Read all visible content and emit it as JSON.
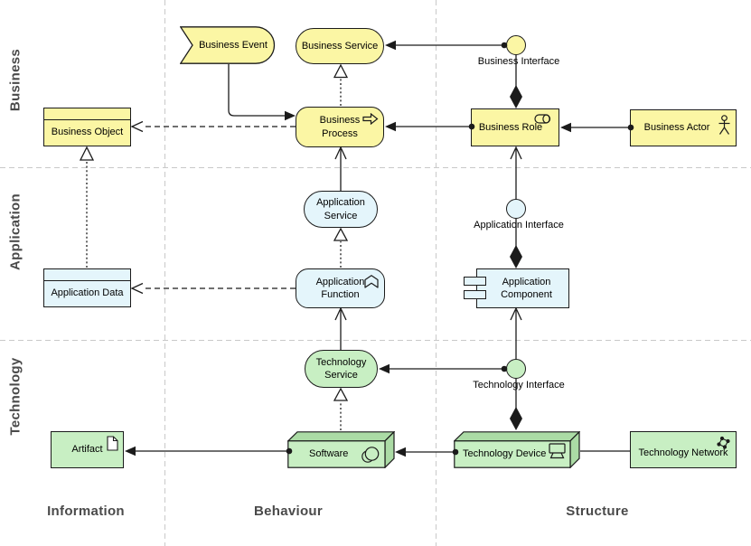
{
  "diagram": {
    "rows": [
      {
        "label": "Business"
      },
      {
        "label": "Application"
      },
      {
        "label": "Technology"
      }
    ],
    "columns": [
      {
        "label": "Information"
      },
      {
        "label": "Behaviour"
      },
      {
        "label": "Structure"
      }
    ]
  },
  "elements": {
    "business_event": {
      "label": "Business Event"
    },
    "business_service": {
      "label": "Business Service"
    },
    "business_interface": {
      "label": "Business Interface"
    },
    "business_object": {
      "label": "Business Object"
    },
    "business_process": {
      "label": "Business Process"
    },
    "business_role": {
      "label": "Business Role"
    },
    "business_actor": {
      "label": "Business Actor"
    },
    "application_service": {
      "label": "Application Service"
    },
    "application_interface": {
      "label": "Application Interface"
    },
    "application_data": {
      "label": "Application Data"
    },
    "application_function": {
      "label": "Application Function"
    },
    "application_component": {
      "label": "Application Component"
    },
    "technology_service": {
      "label": "Technology Service"
    },
    "technology_interface": {
      "label": "Technology Interface"
    },
    "artifact": {
      "label": "Artifact"
    },
    "software": {
      "label": "Software"
    },
    "technology_device": {
      "label": "Technology Device"
    },
    "technology_network": {
      "label": "Technology Network"
    }
  },
  "icons": {
    "business_process": "process-arrow-icon",
    "business_role": "role-cylinder-icon",
    "business_actor": "actor-figure-icon",
    "application_function": "function-chevron-icon",
    "application_component": "component-tabs-icon",
    "artifact": "artifact-document-icon",
    "software": "system-software-circles-icon",
    "technology_device": "device-monitor-icon",
    "technology_network": "network-nodes-icon"
  },
  "colors": {
    "business_fill": "#FBF6A4",
    "application_fill": "#E4F5FB",
    "technology_fill": "#C8EFC3",
    "technology_3d_shade": "#ABDBA5",
    "stroke": "#1b1b1b",
    "grid_line": "#c9c9c9",
    "caption_text": "#4a4a4a"
  }
}
